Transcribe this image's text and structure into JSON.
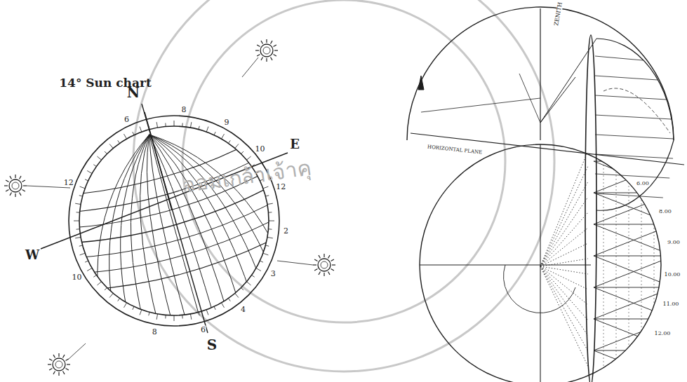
{
  "diagram": {
    "title": "14° Sun chart",
    "labels": [
      "N",
      "E",
      "W",
      "S",
      "6",
      "8",
      "9",
      "10",
      "12",
      "2",
      "3",
      "4",
      "6",
      "8",
      "10",
      "12",
      "ZENITH",
      "HORIZONTAL PLANE",
      "6.00",
      "8.00",
      "9.00",
      "10.00",
      "11.00",
      "12.00",
      "จอมเกล้าเจ้าคุ"
    ]
  }
}
